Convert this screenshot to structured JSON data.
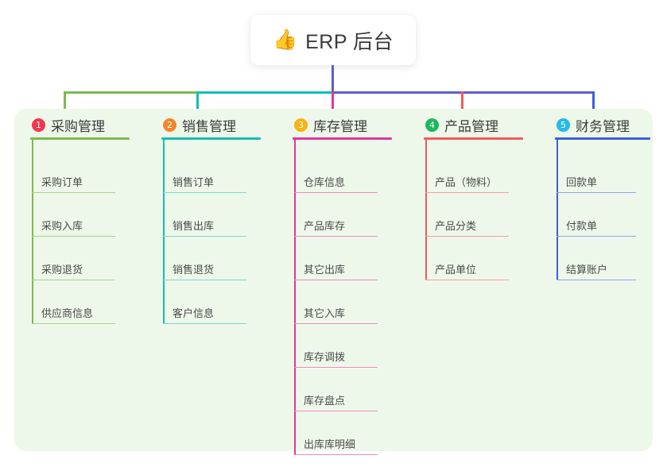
{
  "root": {
    "icon": "thumbs-up-icon",
    "emoji": "👍",
    "title": "ERP 后台"
  },
  "palette": {
    "panel_background": "#eef8ea",
    "page_background": "#ffffff",
    "card_background": "#ffffff",
    "title_text": "#3a3a3a",
    "trunk": "#5b5fc7"
  },
  "columns": [
    {
      "index": "1",
      "badge_number": "1",
      "badge_color": "#f4364c",
      "title": "采购管理",
      "accent": "#7cba4e",
      "leaf_rule_color": "#a6d48a",
      "items": [
        {
          "label": "采购订单"
        },
        {
          "label": "采购入库"
        },
        {
          "label": "采购退货"
        },
        {
          "label": "供应商信息"
        }
      ]
    },
    {
      "index": "2",
      "badge_number": "2",
      "badge_color": "#f5852a",
      "title": "销售管理",
      "accent": "#12bfae",
      "leaf_rule_color": "#79d8cf",
      "items": [
        {
          "label": "销售订单"
        },
        {
          "label": "销售出库"
        },
        {
          "label": "销售退货"
        },
        {
          "label": "客户信息"
        }
      ]
    },
    {
      "index": "3",
      "badge_number": "3",
      "badge_color": "#f6b216",
      "title": "库存管理",
      "accent": "#e0379b",
      "leaf_rule_color": "#eb8bc0",
      "items": [
        {
          "label": "仓库信息"
        },
        {
          "label": "产品库存"
        },
        {
          "label": "其它出库"
        },
        {
          "label": "其它入库"
        },
        {
          "label": "库存调拨"
        },
        {
          "label": "库存盘点"
        },
        {
          "label": "出库库明细"
        }
      ]
    },
    {
      "index": "4",
      "badge_number": "4",
      "badge_color": "#1eb85c",
      "title": "产品管理",
      "accent": "#f25a5a",
      "leaf_rule_color": "#f4a0a0",
      "items": [
        {
          "label": "产品（物料）"
        },
        {
          "label": "产品分类"
        },
        {
          "label": "产品单位"
        }
      ]
    },
    {
      "index": "5",
      "badge_number": "5",
      "badge_color": "#27b9e8",
      "title": "财务管理",
      "accent": "#3a5fd9",
      "leaf_rule_color": "#8ea4e8",
      "items": [
        {
          "label": "回款单"
        },
        {
          "label": "付款单"
        },
        {
          "label": "结算账户"
        }
      ]
    }
  ],
  "connectors": {
    "trunk_color": "#5b5fc7",
    "bus_segments": [
      {
        "color": "#7cba4e"
      },
      {
        "color": "#12bfae"
      },
      {
        "color": "#5b5fd0"
      }
    ],
    "drop_colors": [
      "#7cba4e",
      "#12bfae",
      "#e0379b",
      "#f25a5a",
      "#3a5fd9"
    ]
  }
}
